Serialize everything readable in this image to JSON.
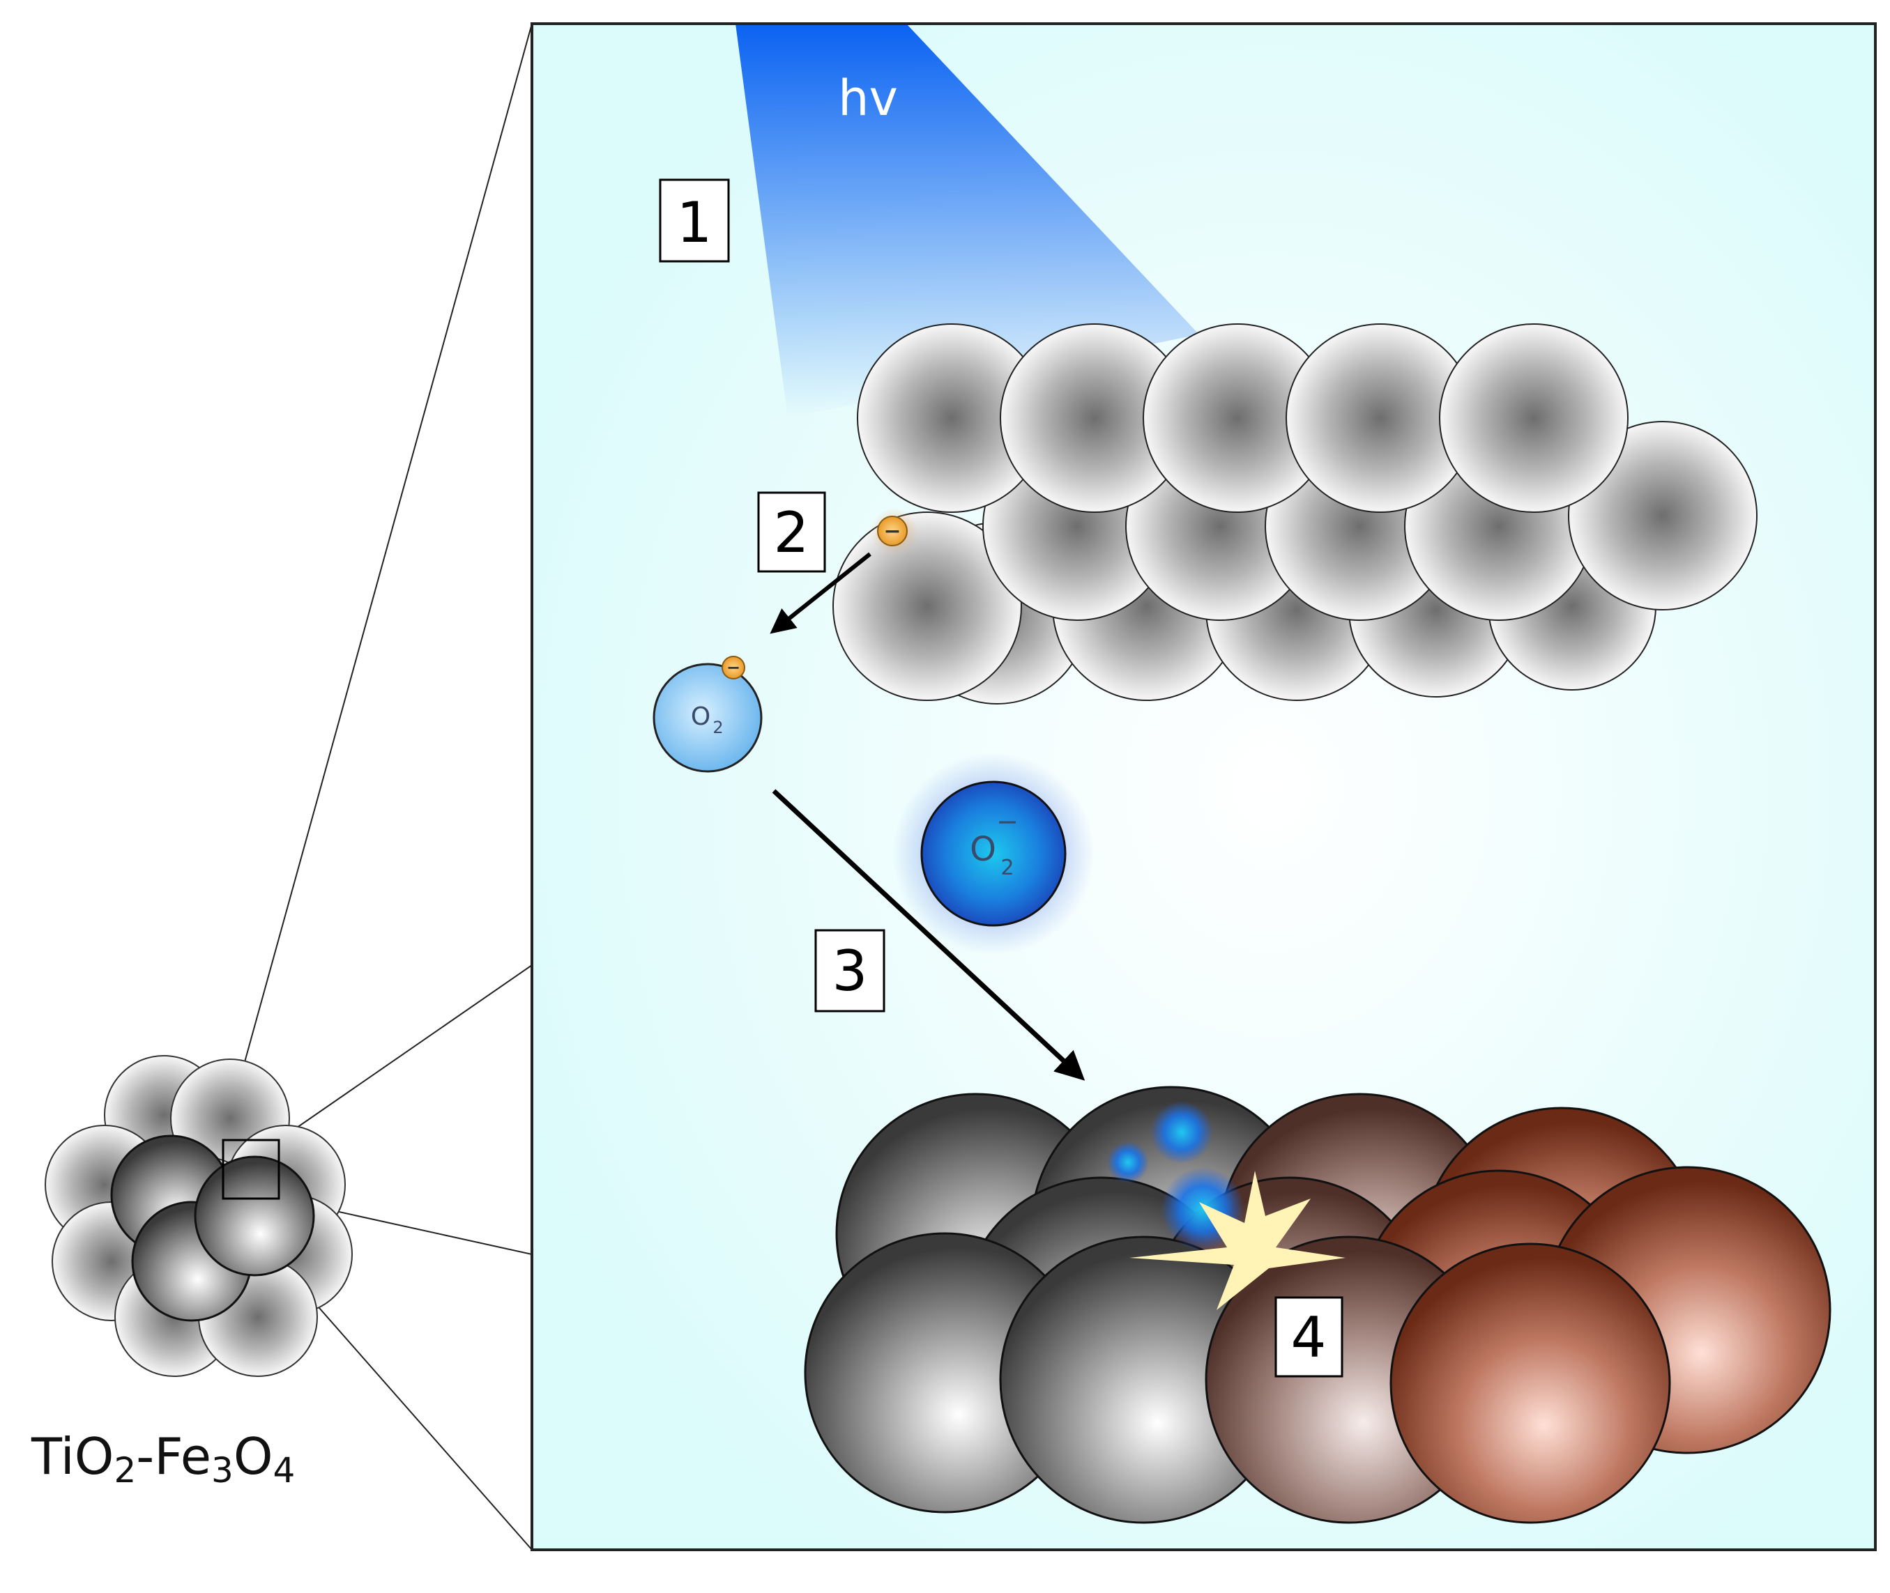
{
  "light": {
    "label": "hv"
  },
  "steps": [
    {
      "number": "1"
    },
    {
      "number": "2"
    },
    {
      "number": "3"
    },
    {
      "number": "4"
    }
  ],
  "electron": {
    "symbol": "−"
  },
  "oxygen": {
    "symbol": "O",
    "subscript": "2"
  },
  "superoxide": {
    "symbol": "O",
    "subscript": "2",
    "charge": "−"
  },
  "composite": {
    "caption_parts": {
      "ti": "TiO",
      "sub1": "2",
      "fe": "-Fe",
      "sub2": "3",
      "o": "O",
      "sub3": "4"
    }
  },
  "colors": {
    "background_panel": "#e0fbfc",
    "light_beam": "#1a66ee",
    "electron": "#f2a93b",
    "oxygen": "#7cc1f0",
    "superoxide": "#1f6fd6",
    "tio2_sphere": "#7a7a7a",
    "fe3o4_sphere": "#8a4a30",
    "burst": "#fff0b0"
  }
}
